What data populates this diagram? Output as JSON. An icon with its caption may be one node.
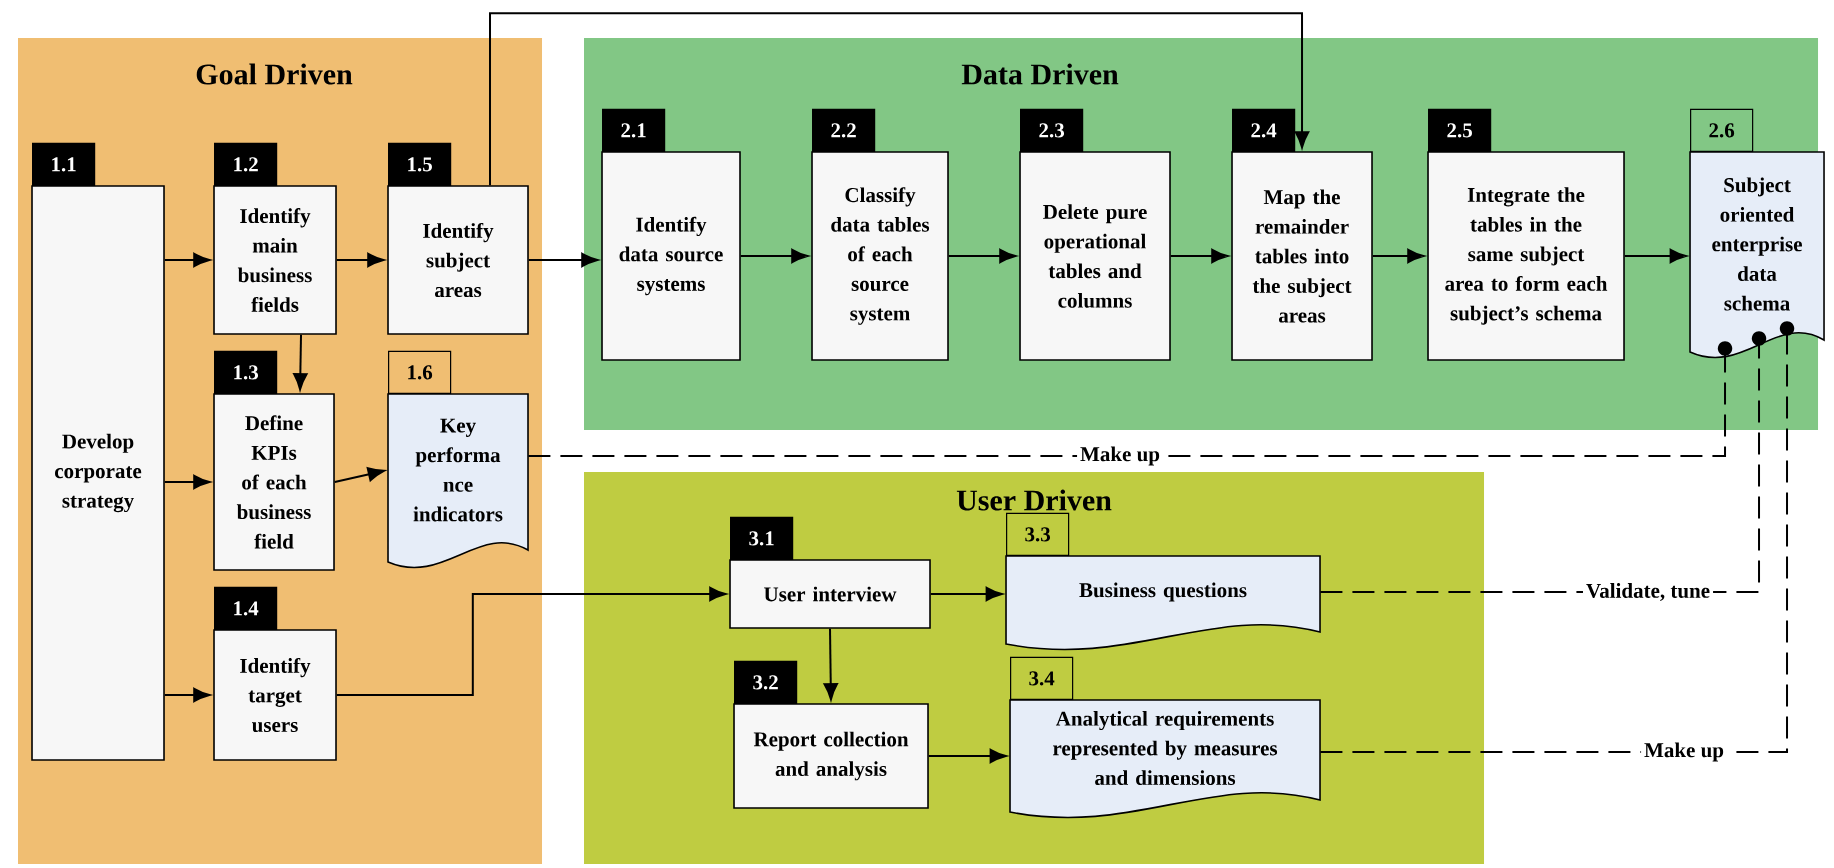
{
  "diagram": {
    "nodes": [
      {
        "text": [
          "Goal Driven"
        ]
      },
      {
        "text": [
          "1.1",
          "Develop corporate strategy"
        ],
        "in": 0
      },
      {
        "text": [
          "1.2",
          "Identify main business fields"
        ],
        "in": 0
      },
      {
        "text": [
          "1.5",
          "Identify subject areas"
        ],
        "in": 0
      },
      {
        "text": [
          "1.3",
          "Define KPIs of each business field"
        ],
        "in": 0
      },
      {
        "text": [
          "1.6",
          "Key performa nce indicators"
        ],
        "in": 0
      },
      {
        "text": [
          "1.4",
          "Identify target users"
        ],
        "in": 0
      },
      {
        "text": [
          "Data Driven"
        ]
      },
      {
        "text": [
          "2.1",
          "Identify data source systems"
        ],
        "in": 7
      },
      {
        "text": [
          "2.2",
          "Classify data tables of each source system"
        ],
        "in": 7
      },
      {
        "text": [
          "2.3",
          "Delete pure operational tables and columns"
        ],
        "in": 7
      },
      {
        "text": [
          "2.4",
          "Map the remainder tables into the subject areas"
        ],
        "in": 7
      },
      {
        "text": [
          "2.5",
          "Integrate the tables in the same subject area to form each subject’s schema"
        ],
        "in": 7
      },
      {
        "text": [
          "2.6",
          "Subject oriented enterprise data schema"
        ],
        "in": 7
      },
      {
        "text": [
          "User Driven"
        ]
      },
      {
        "text": [
          "3.1",
          "User interview"
        ],
        "in": 14
      },
      {
        "text": [
          "3.2",
          "Report collection and analysis"
        ],
        "in": 14
      },
      {
        "text": [
          "3.3",
          "Business questions"
        ],
        "in": 14
      },
      {
        "text": [
          "3.4",
          "Analytical requirements represented by measures and dimensions"
        ],
        "in": 14
      }
    ],
    "edges": [
      {
        "from": 1,
        "to": 2,
        "arrow": "to"
      },
      {
        "from": 1,
        "to": 4,
        "arrow": "to"
      },
      {
        "from": 1,
        "to": 6,
        "arrow": "to"
      },
      {
        "from": 2,
        "to": 3,
        "arrow": "to"
      },
      {
        "from": 2,
        "to": 4,
        "arrow": "to"
      },
      {
        "from": 4,
        "to": 5,
        "arrow": "to"
      },
      {
        "from": 3,
        "to": 8,
        "arrow": "to"
      },
      {
        "from": 3,
        "to": 11,
        "arrow": "to"
      },
      {
        "from": 8,
        "to": 9,
        "arrow": "to"
      },
      {
        "from": 9,
        "to": 10,
        "arrow": "to"
      },
      {
        "from": 10,
        "to": 11,
        "arrow": "to"
      },
      {
        "from": 11,
        "to": 12,
        "arrow": "to"
      },
      {
        "from": 12,
        "to": 13,
        "arrow": "to"
      },
      {
        "from": 6,
        "to": 15,
        "arrow": "to"
      },
      {
        "from": 15,
        "to": 17,
        "arrow": "to"
      },
      {
        "from": 15,
        "to": 16,
        "arrow": "to"
      },
      {
        "from": 16,
        "to": 18,
        "arrow": "to"
      },
      {
        "from": 5,
        "to": 13,
        "arrow": "other",
        "style": "dashed",
        "label": "Make up"
      },
      {
        "from": 17,
        "to": 13,
        "arrow": "other",
        "style": "dashed",
        "label": "Validate, tune"
      },
      {
        "from": 18,
        "to": 13,
        "arrow": "other",
        "style": "dashed",
        "label": "Make up"
      }
    ]
  }
}
